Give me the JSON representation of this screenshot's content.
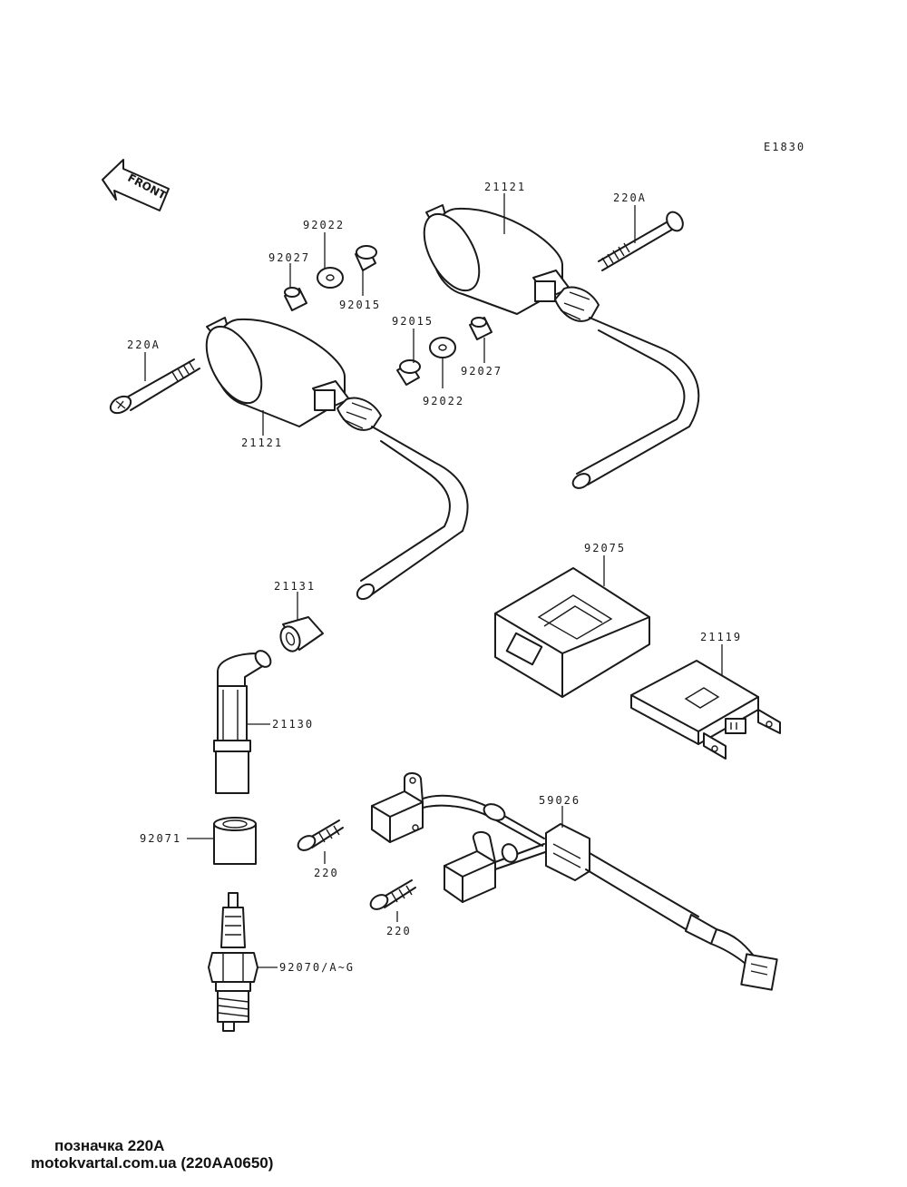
{
  "diagram_code": "E1830",
  "front_label": "FRONT",
  "labels": {
    "coil_left": "21121",
    "coil_right": "21121",
    "bolt_left": "220A",
    "bolt_right": "220A",
    "washer_left": "92022",
    "washer_right": "92022",
    "collar_left": "92015",
    "collar_right": "92015",
    "spacer_left": "92027",
    "spacer_right": "92027",
    "cover_box": "92075",
    "igniter": "21119",
    "cap_seal": "21131",
    "plug_cap": "21130",
    "seal_ring": "92071",
    "spark_plug": "92070/A~G",
    "harness": "59026",
    "screw_upper": "220",
    "screw_lower": "220"
  },
  "footer": {
    "caption": "позначка 220A",
    "site": "motokvartal.com.ua (220AA0650)"
  }
}
